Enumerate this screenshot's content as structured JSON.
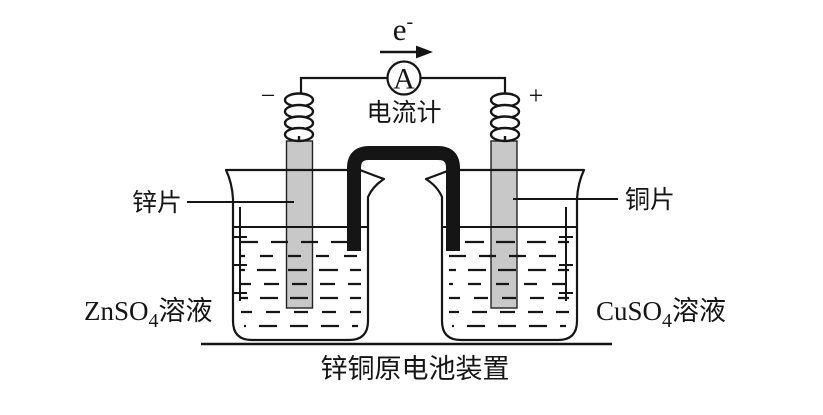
{
  "caption": "锌铜原电池装置",
  "circuit": {
    "electron_label_base": "e",
    "electron_label_sup": "-",
    "ammeter_symbol": "A",
    "ammeter_label": "电流计",
    "negative_sign": "−",
    "positive_sign": "+"
  },
  "left_cell": {
    "electrode_label": "锌片",
    "solution_formula": "ZnSO",
    "solution_subscript": "4",
    "solution_suffix": "溶液"
  },
  "right_cell": {
    "electrode_label": "铜片",
    "solution_formula": "CuSO",
    "solution_subscript": "4",
    "solution_suffix": "溶液"
  },
  "colors": {
    "line": "#151515",
    "electrode_fill": "#c8c8c8",
    "background": "#ffffff"
  }
}
